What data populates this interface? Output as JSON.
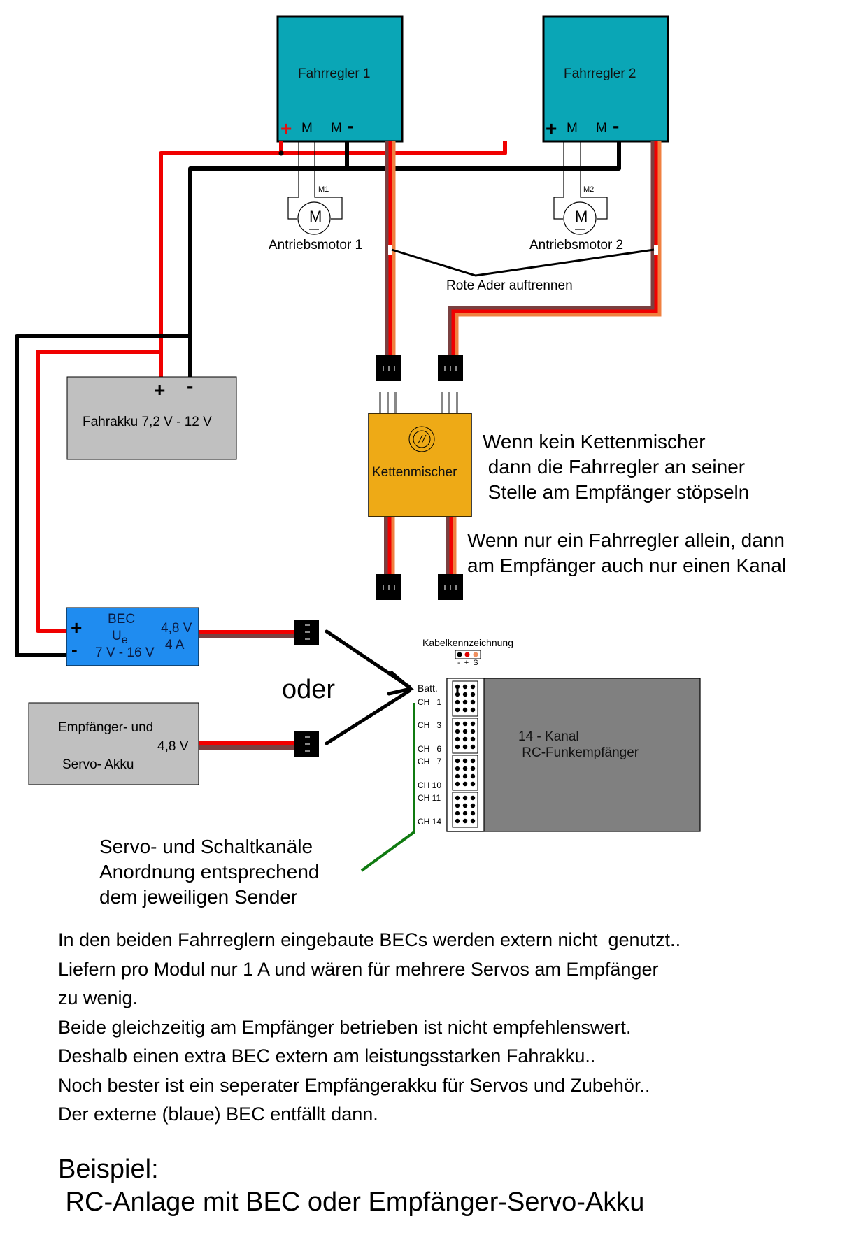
{
  "colors": {
    "controller_fill": "#0aa6b6",
    "mixer_fill": "#eeaa16",
    "bec_fill": "#1f8cf0",
    "battery_fill": "#c0c0c0",
    "receiver_fill": "#808080",
    "wire_red": "#f00000",
    "wire_brown": "#7a4040",
    "wire_orange": "#f08040",
    "wire_black": "#000000",
    "wire_green": "#0f7a10",
    "connector": "#000000",
    "pin": "#888888"
  },
  "controllers": [
    {
      "title": "Fahrregler 1",
      "plus": "+",
      "m_left": "M",
      "m_right": "M",
      "minus": "-"
    },
    {
      "title": "Fahrregler 2",
      "plus": "+",
      "m_left": "M",
      "m_right": "M",
      "minus": "-"
    }
  ],
  "motors": [
    {
      "tag": "M1",
      "symbol": "M",
      "label": "Antriebsmotor 1"
    },
    {
      "tag": "M2",
      "symbol": "M",
      "label": "Antriebsmotor 2"
    }
  ],
  "cut_note": "Rote Ader auftrennen",
  "drive_battery": {
    "label": "Fahrakku 7,2 V - 12 V",
    "plus": "+",
    "minus": "-"
  },
  "mixer": {
    "label": "Kettenmischer",
    "icon": "potentiometer-icon"
  },
  "note_no_mixer": [
    "Wenn kein Kettenmischer",
    " dann die Fahrregler an seiner",
    " Stelle am Empfänger stöpseln"
  ],
  "note_single": [
    "Wenn nur ein Fahrregler allein, dann",
    "am Empfänger auch nur einen Kanal"
  ],
  "bec": {
    "title": "BEC",
    "ue": "U",
    "ue_sub": "e",
    "input_range": "7 V - 16 V",
    "out_voltage": "4,8 V",
    "out_current": "4 A",
    "plus": "+",
    "minus": "-"
  },
  "rx_battery": {
    "line1": "Empfänger- und",
    "line2": "Servo- Akku",
    "voltage": "4,8 V"
  },
  "oder": "oder",
  "cable_legend": {
    "title": "Kabelkennzeichnung",
    "signs": "-  +  S"
  },
  "receiver": {
    "title_line1": "14 - Kanal",
    "title_line2": " RC-Funkempfänger",
    "channels": [
      "Batt.",
      "CH   1",
      "CH   3",
      "CH   6",
      "CH   7",
      "CH 10",
      "CH 11",
      "CH 14"
    ]
  },
  "channels_note": [
    "Servo- und Schaltkanäle",
    "Anordnung entsprechend",
    "dem jeweiligen Sender"
  ],
  "paragraph": [
    "In den beiden Fahrreglern eingebaute BECs werden extern nicht  genutzt..",
    "Liefern pro Modul nur 1 A und wären für mehrere Servos am Empfänger",
    "zu wenig.",
    "Beide gleichzeitig am Empfänger betrieben ist nicht empfehlenswert.",
    "Deshalb einen extra BEC extern am leistungsstarken Fahrakku..",
    "Noch bester ist ein seperater Empfängerakku für Servos und Zubehör..",
    "Der externe (blaue) BEC entfällt dann."
  ],
  "footer": {
    "line1": "Beispiel:",
    "line2": " RC-Anlage mit BEC oder Empfänger-Servo-Akku"
  }
}
